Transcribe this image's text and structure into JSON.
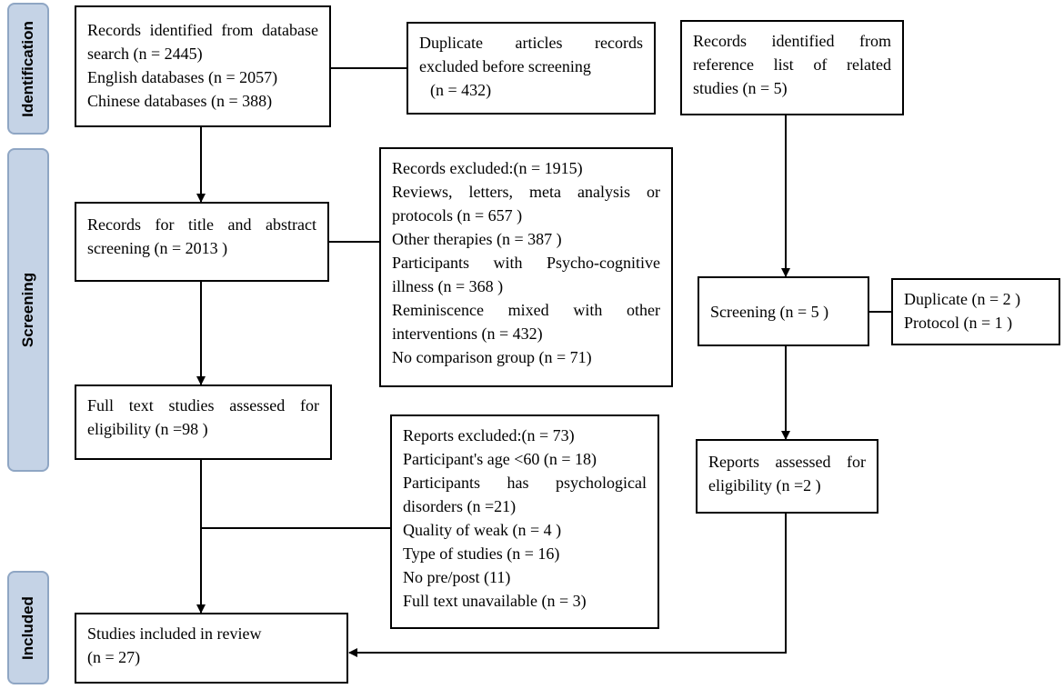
{
  "phases": {
    "identification": "Identification",
    "screening": "Screening",
    "included": "Included"
  },
  "boxes": {
    "db_search": {
      "lines": [
        "Records identified from database",
        "search (n = 2445)",
        "English databases (n = 2057)",
        "Chinese databases (n = 388)"
      ]
    },
    "duplicates": {
      "lines": [
        "Duplicate articles records",
        "excluded before screening",
        "(n = 432)"
      ]
    },
    "reference_list": {
      "lines": [
        "Records identified from",
        "reference list of related",
        "studies (n = 5)"
      ]
    },
    "title_abstract": {
      "lines": [
        "Records for title and abstract",
        "screening (n = 2013 )"
      ]
    },
    "records_excluded": {
      "lines": [
        "Records excluded:(n = 1915)",
        "Reviews, letters, meta analysis or",
        "protocols (n = 657 )",
        "Other therapies (n = 387 )",
        "Participants with Psycho-cognitive",
        "illness (n = 368 )",
        "Reminiscence mixed with other",
        "interventions (n = 432)",
        "No comparison group (n = 71)"
      ]
    },
    "screening_ref": {
      "lines": [
        "Screening (n = 5 )"
      ]
    },
    "dup_protocol": {
      "lines": [
        "Duplicate (n = 2 )",
        "Protocol (n = 1 )"
      ]
    },
    "full_text": {
      "lines": [
        "Full text studies assessed for",
        "eligibility (n =98 )"
      ]
    },
    "reports_excluded": {
      "lines": [
        "Reports excluded:(n = 73)",
        "Participant's age <60 (n = 18)",
        "Participants has psychological",
        "disorders (n =21)",
        "Quality of weak (n = 4 )",
        "Type of studies (n = 16)",
        "No pre/post (11)",
        "Full text unavailable (n = 3)"
      ]
    },
    "reports_assessed": {
      "lines": [
        "Reports assessed for",
        "eligibility (n =2 )"
      ]
    },
    "included": {
      "lines": [
        "Studies included in review",
        "(n = 27)"
      ]
    }
  }
}
